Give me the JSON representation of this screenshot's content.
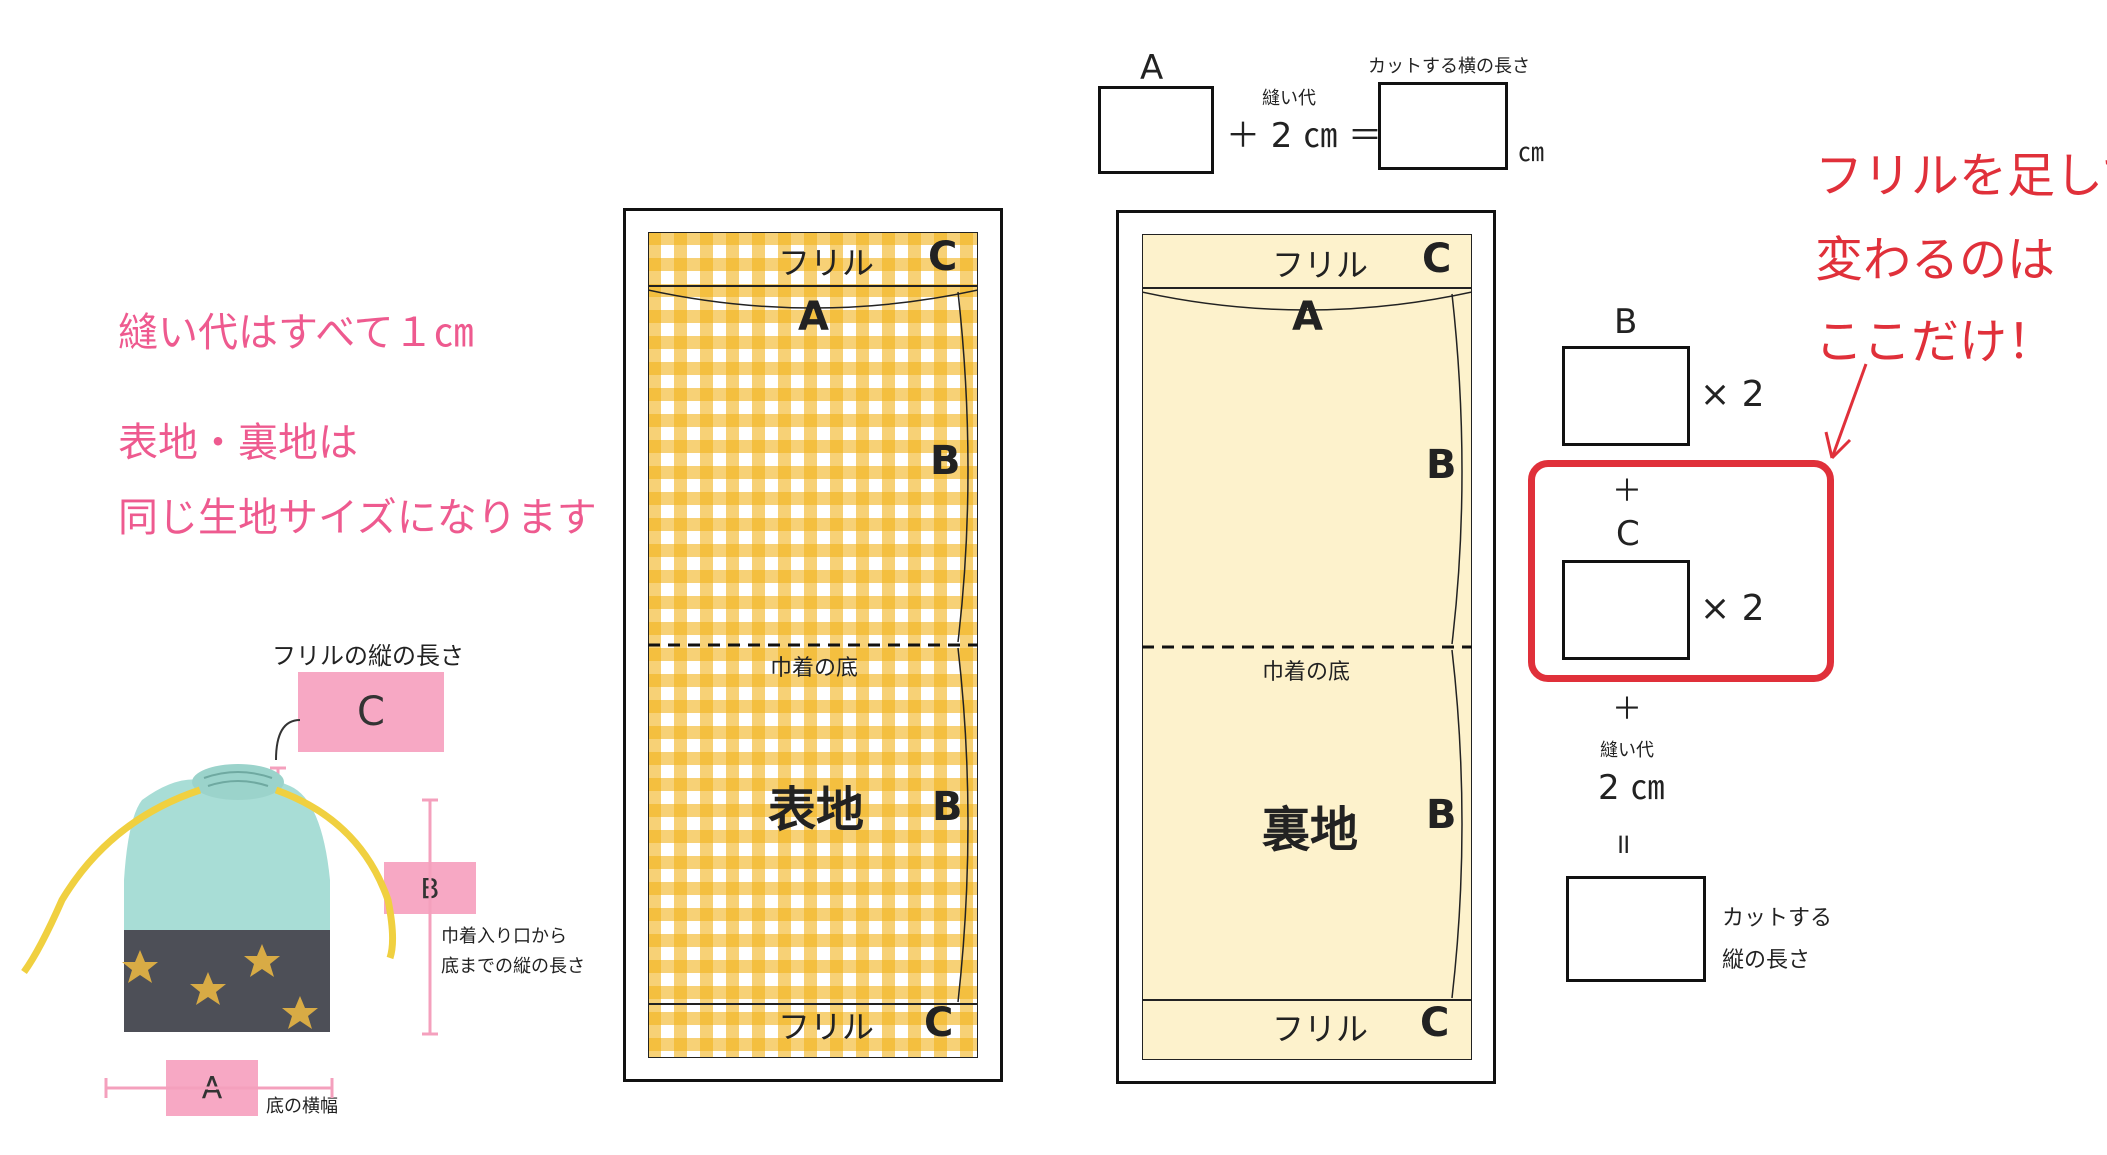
{
  "notes": {
    "seam_all": "縫い代はすべて１㎝",
    "same_size_1": "表地・裏地は",
    "same_size_2": "同じ生地サイズになります"
  },
  "bag_labels": {
    "frill_height": "フリルの縦の長さ",
    "c": "C",
    "b": "B",
    "a": "A",
    "b_desc_1": "巾着入り口から",
    "b_desc_2": "底までの縦の長さ",
    "a_desc": "底の横幅"
  },
  "pattern": {
    "frill": "フリル",
    "a": "A",
    "b": "B",
    "c": "C",
    "bottom": "巾着の底",
    "outer": "表地",
    "lining": "裏地"
  },
  "width_formula": {
    "a": "A",
    "seam_label": "縫い代",
    "plus_2cm": "＋ 2 ㎝ ＝",
    "result_label": "カットする横の長さ",
    "unit": "㎝"
  },
  "height_formula": {
    "b": "B",
    "times_b": "× 2",
    "plus": "＋",
    "c": "C",
    "times_c": "× 2",
    "plus2": "＋",
    "seam_label": "縫い代",
    "seam_value": "2 ㎝",
    "equals": "॥",
    "result_1": "カットする",
    "result_2": "縦の長さ"
  },
  "callout": {
    "line1": "フリルを足して",
    "line2": "変わるのは",
    "line3": "ここだけ！"
  },
  "colors": {
    "pink": "#ee5a8f",
    "red": "#e0303a",
    "gingham": "#f2b31a",
    "lining": "#fdf2cc"
  }
}
